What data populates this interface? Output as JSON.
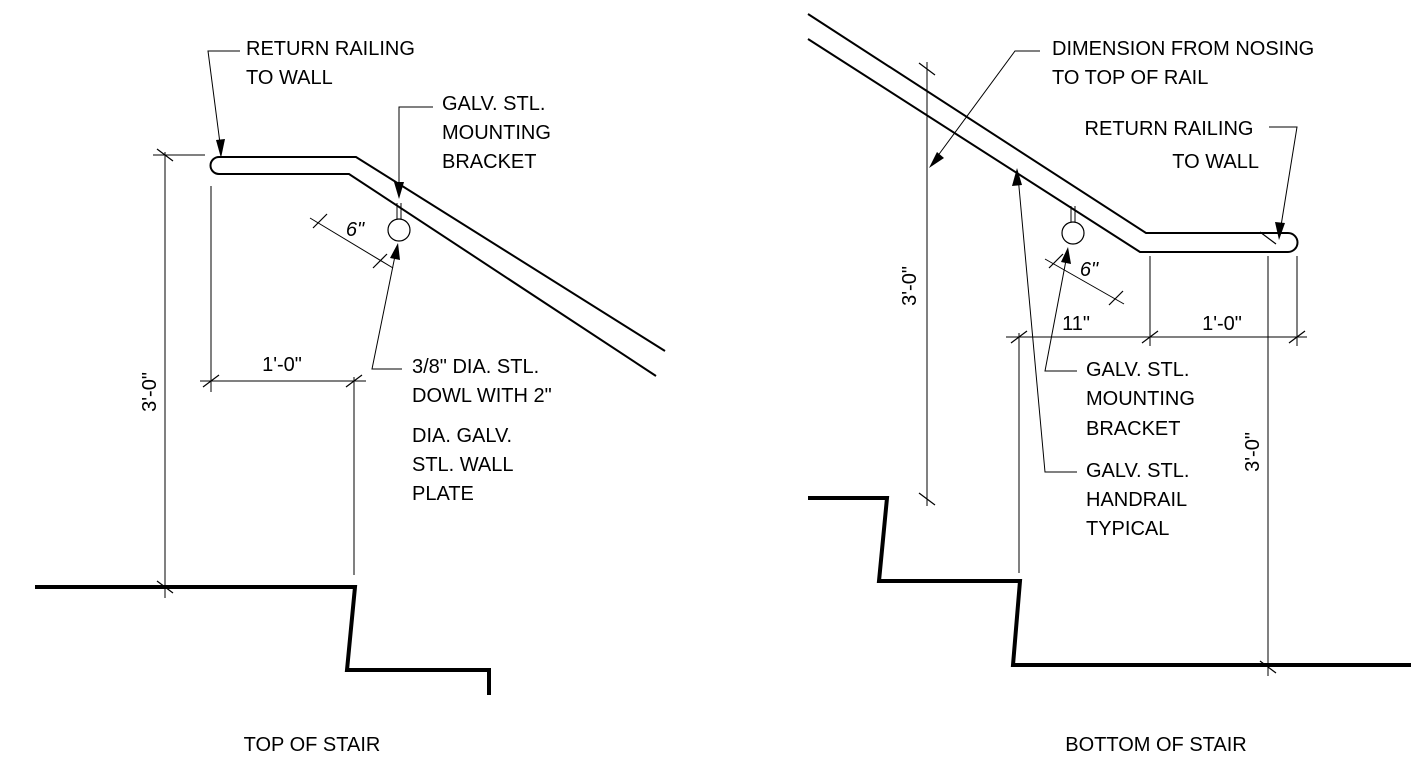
{
  "top_detail": {
    "title": "TOP OF STAIR",
    "note_return_railing": [
      "RETURN RAILING",
      "TO WALL"
    ],
    "note_bracket": [
      "GALV. STL.",
      "MOUNTING",
      "BRACKET"
    ],
    "note_dowel": [
      "3/8\" DIA. STL.",
      "DOWL WITH 2\"",
      "DIA. GALV.",
      "STL. WALL",
      "PLATE"
    ],
    "dim_height": "3'-0\"",
    "dim_extension": "1'-0\"",
    "dim_bracket": "6\""
  },
  "bottom_detail": {
    "title": "BOTTOM OF STAIR",
    "note_dimension": [
      "DIMENSION FROM NOSING",
      "TO TOP OF RAIL"
    ],
    "note_return_railing": [
      "RETURN RAILING",
      "TO WALL"
    ],
    "note_bracket": [
      "GALV. STL.",
      "MOUNTING",
      "BRACKET"
    ],
    "note_handrail": [
      "GALV. STL.",
      "HANDRAIL",
      "TYPICAL"
    ],
    "dim_height_left": "3'-0\"",
    "dim_height_right": "3'-0\"",
    "dim_offset": "11\"",
    "dim_extension": "1'-0\"",
    "dim_bracket": "6\""
  }
}
